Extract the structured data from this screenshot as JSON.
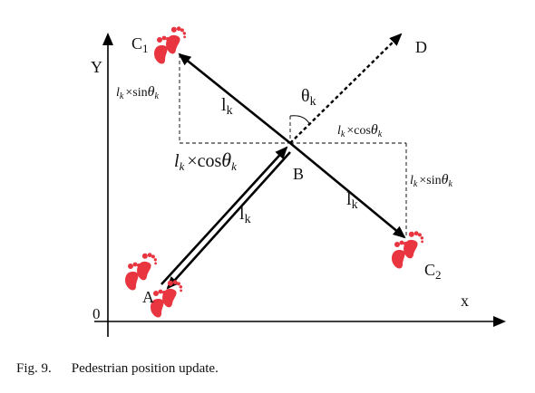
{
  "axes": {
    "y_label": "Y",
    "x_label": "x",
    "origin_label": "0"
  },
  "points": {
    "A": "A",
    "B": "B",
    "C1_base": "C",
    "C1_sub": "1",
    "C2_base": "C",
    "C2_sub": "2",
    "D": "D"
  },
  "step_labels": {
    "lk_base": "l",
    "lk_sub": "k",
    "theta_base": "θ",
    "theta_sub": "k",
    "italic_l": "l",
    "italic_sub": "k",
    "times_sin": "×sin",
    "times_cos": "×cos",
    "italic_theta": "θ"
  },
  "caption": {
    "fig": "Fig. 9.",
    "text": "Pedestrian position update."
  },
  "colors": {
    "foot": "#e8353f",
    "line": "#000000"
  },
  "icons": [
    "footprint-icon"
  ]
}
